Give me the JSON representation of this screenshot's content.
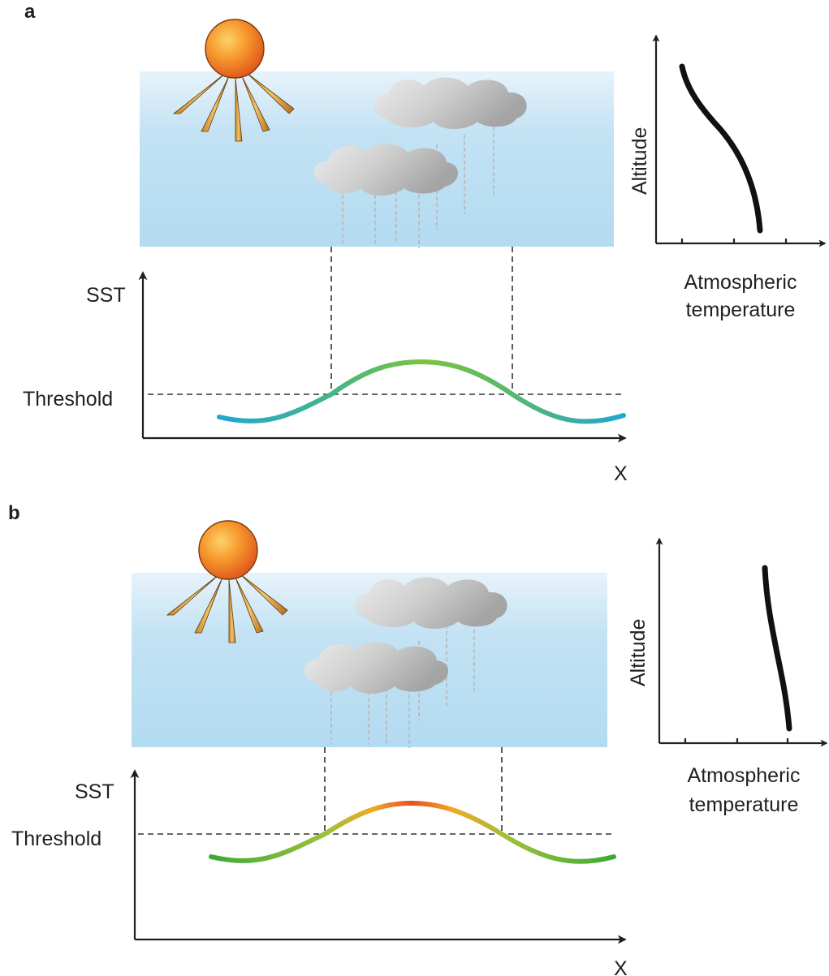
{
  "panels": [
    {
      "letter": "a",
      "sst_label": "SST",
      "threshold_label": "Threshold",
      "x_axis_label": "X",
      "profile_y_label": "Altitude",
      "profile_x_label_line1": "Atmospheric",
      "profile_x_label_line2": "temperature",
      "curve_colors": {
        "low": "#1fa7d4",
        "high": "#7cc342"
      }
    },
    {
      "letter": "b",
      "sst_label": "SST",
      "threshold_label": "Threshold",
      "x_axis_label": "X",
      "profile_y_label": "Altitude",
      "profile_x_label_line1": "Atmospheric",
      "profile_x_label_line2": "temperature",
      "curve_colors": {
        "low": "#3aa935",
        "high": "#e8501e"
      }
    }
  ],
  "colors": {
    "sky_top": "#e7f3fb",
    "sky_bottom": "#b5dcf1",
    "sun_core": "#f7a030",
    "sun_edge": "#e05a1a",
    "cloud_light": "#e6e6e6",
    "cloud_dark": "#a8a8a8"
  }
}
